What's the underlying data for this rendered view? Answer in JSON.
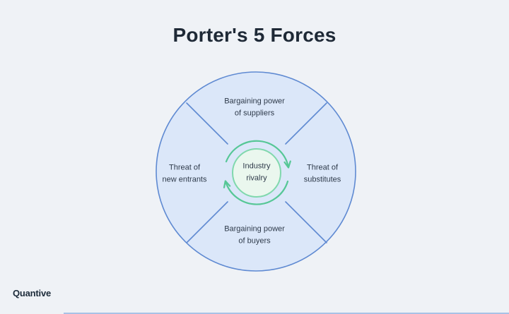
{
  "title": "Porter's 5 Forces",
  "diagram": {
    "center_label": "Industry\nrivalry",
    "forces": {
      "top": "Bargaining power\nof suppliers",
      "right": "Threat of\nsubstitutes",
      "bottom": "Bargaining power\nof buyers",
      "left": "Threat of\nnew entrants"
    },
    "colors": {
      "background": "#eff2f6",
      "circle_fill": "#dbe7f9",
      "circle_stroke": "#5f8ad2",
      "divider_line": "#5f8ad2",
      "cycle_arrow_green": "#56c796",
      "center_circle_stroke": "#80d8ad",
      "center_circle_fill": "#eaf7ee",
      "title_color": "#1e2936",
      "label_color": "#2e3a4a"
    }
  },
  "footer": {
    "logo": "Quantive"
  }
}
